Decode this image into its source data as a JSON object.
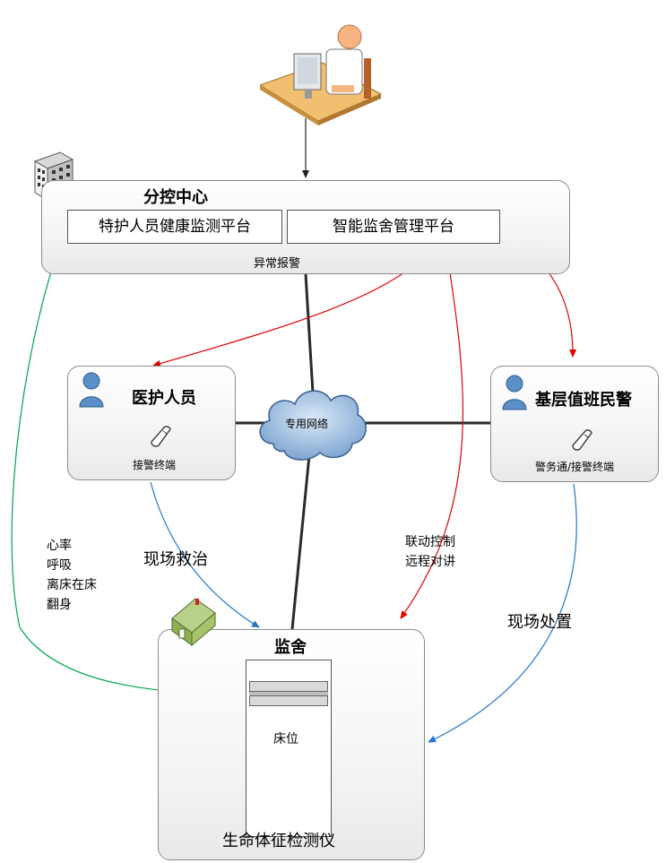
{
  "control_center": {
    "title": "分控中心",
    "platform_health": "特护人员健康监测平台",
    "platform_prison": "智能监舍管理平台",
    "alarm_label": "异常报警"
  },
  "network": {
    "label": "专用网络"
  },
  "medical": {
    "title": "医护人员",
    "terminal": "接警终端"
  },
  "police": {
    "title": "基层值班民警",
    "terminal": "警务通/接警终端"
  },
  "cell": {
    "title": "监舍",
    "bed": "床位",
    "device": "生命体征检测仪"
  },
  "vitals": {
    "line1": "心率",
    "line2": "呼吸",
    "line3": "离床在床",
    "line4": "翻身"
  },
  "actions": {
    "rescue": "现场救治",
    "dispose": "现场处置",
    "linkage_line1": "联动控制",
    "linkage_line2": "远程对讲"
  },
  "colors": {
    "red": "#e00000",
    "green": "#00a651",
    "blue": "#1f77c8",
    "black": "#222222"
  }
}
